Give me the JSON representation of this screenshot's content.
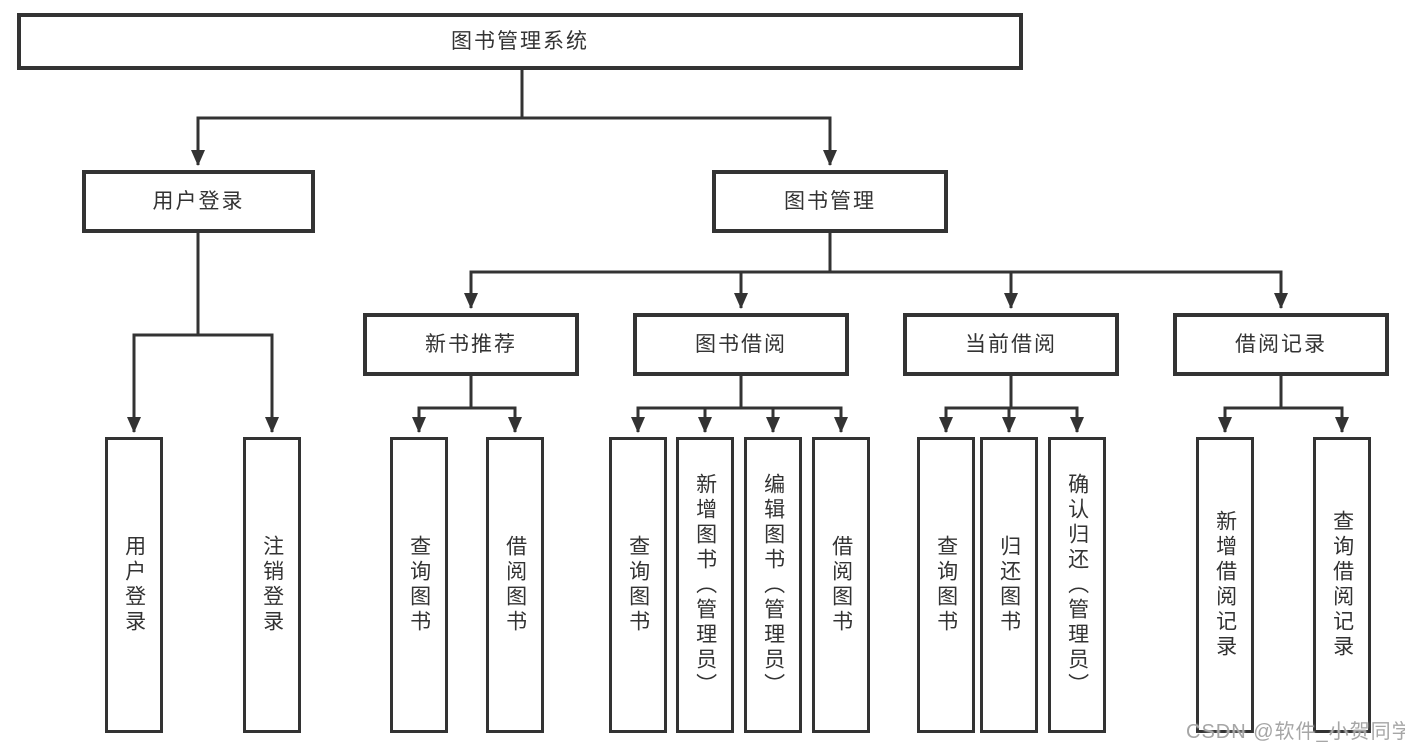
{
  "diagram_title": "图书管理系统",
  "nodes": {
    "root": "图书管理系统",
    "user_login": "用户登录",
    "book_mgmt": "图书管理",
    "new_book_rec": "新书推荐",
    "book_borrow": "图书借阅",
    "current_borrow": "当前借阅",
    "borrow_record": "借阅记录",
    "leaf_user_login": "用户登录",
    "leaf_logout": "注销登录",
    "leaf_nb_query": "查询图书",
    "leaf_nb_borrow": "借阅图书",
    "leaf_bb_query": "查询图书",
    "leaf_bb_add": "新增图书（管理员）",
    "leaf_bb_edit": "编辑图书（管理员）",
    "leaf_bb_borrow": "借阅图书",
    "leaf_cb_query": "查询图书",
    "leaf_cb_return": "归还图书",
    "leaf_cb_confirm": "确认归还（管理员）",
    "leaf_br_add": "新增借阅记录",
    "leaf_br_query": "查询借阅记录"
  },
  "tree": {
    "root": "图书管理系统",
    "children": [
      {
        "label": "用户登录",
        "children": [
          "用户登录",
          "注销登录"
        ]
      },
      {
        "label": "图书管理",
        "children": [
          {
            "label": "新书推荐",
            "children": [
              "查询图书",
              "借阅图书"
            ]
          },
          {
            "label": "图书借阅",
            "children": [
              "查询图书",
              "新增图书（管理员）",
              "编辑图书（管理员）",
              "借阅图书"
            ]
          },
          {
            "label": "当前借阅",
            "children": [
              "查询图书",
              "归还图书",
              "确认归还（管理员）"
            ]
          },
          {
            "label": "借阅记录",
            "children": [
              "新增借阅记录",
              "查询借阅记录"
            ]
          }
        ]
      }
    ]
  },
  "watermark": {
    "text": "CSDN @软件_小贺同学"
  },
  "colors": {
    "line": "#333333",
    "border": "#333333",
    "text": "#333333",
    "watermark": "#a6a6a6",
    "background": "#ffffff"
  }
}
